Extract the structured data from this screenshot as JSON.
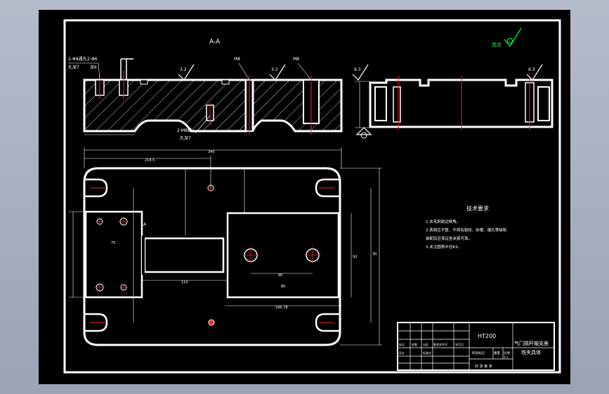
{
  "section_label": "A-A",
  "roughness_symbol_label": "其余",
  "roughness_values": [
    "3.2",
    "3.2",
    "6.3",
    "6.3"
  ],
  "annotations": {
    "hole_spec_left_1": "2-Φ8通孔",
    "hole_spec_left_2": "孔深7",
    "hole_spec_left_3": "2-Φ6",
    "hole_spec_left_4": "深6",
    "hole_spec_bottom_1": "2-M8螺",
    "hole_spec_bottom_2": "孔深7",
    "m8_label_1": "M8",
    "m8_label_2": "M8",
    "datum_label": "A"
  },
  "dimensions": {
    "overall_width": "340",
    "inner_width": "214.5",
    "bottom_span": "186.78",
    "mid_dim": "80",
    "small_dims": [
      "75",
      "110",
      "50",
      "80",
      "30"
    ]
  },
  "tech_requirements": {
    "title": "技术要求",
    "lines": [
      "1.去毛刺锐边倒角。",
      "2.表面应平整、不得有裂纹、砂眼、缩孔等缺陷",
      "  装配后应保证各夹紧可靠。",
      "3.未注圆角半径R3。"
    ]
  },
  "title_block": {
    "material": "HT200",
    "drawing_name_1": "气门摇杆轴支座",
    "drawing_name_2": "铣夹具体",
    "row_labels": [
      "标记",
      "处数",
      "分区",
      "更改文件号",
      "签名",
      "年月日"
    ],
    "row_labels_2": [
      "设计",
      "标准化"
    ],
    "stage_label": "阶段标记",
    "weight_label": "重量",
    "scale_label": "比例",
    "scale_value": "1:1",
    "sheet_label": "共 张 第 张"
  },
  "colors": {
    "background": "#000000",
    "frame": "#ffffff",
    "centerline": "#ff2020",
    "roughness_green": "#00ff40"
  }
}
